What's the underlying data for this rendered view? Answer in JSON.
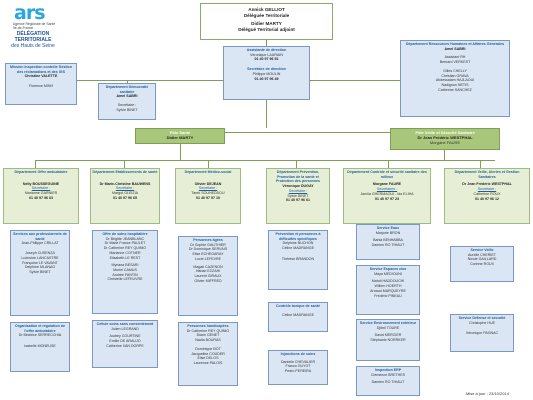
{
  "logo": {
    "mark": "ars",
    "line1": "Agence Régionale de Santé",
    "line2": "Ile-de-France"
  },
  "dt_title": {
    "line1": "DÉLÉGATION TERRITORIALE",
    "line2": "des Hauts de Seine"
  },
  "top": {
    "name1": "Annick GELLIOT",
    "role1": "Déléguée Territoriale",
    "name2": "Didier MARTY",
    "role2": "Délégué Territorial adjoint"
  },
  "assist": {
    "title1": "Assistante de direction",
    "name1": "Véronique LAURAIN",
    "tel1": "01 40 97 96 51",
    "title2": "Secrétaire de direction",
    "name2": "Philippe MOULIN",
    "tel2": "01 40 97 96 49"
  },
  "mission": {
    "title": "Mission inspection contrôle Gestion des réclamations et des IGS",
    "head": "Christine VALETTE",
    "name": "Florence MINH"
  },
  "demo": {
    "title": "Département Démocratie sanitaire",
    "head": "Amel SABRI",
    "sec_label": "Secrétaire :",
    "sec_name": "Sylvie BINET"
  },
  "rh": {
    "title": "Département Ressources Humaines et Affaires Générales",
    "head": "Amel SABRI",
    "sub": "Assistant RH",
    "sub_name": "Bernard VERKEST",
    "names": [
      "Gilles CHELLY",
      "Christian GRAVA",
      "Abdessalam HAJLAOUI",
      "Nadignon NETIS",
      "Catherine SANCHEZ"
    ]
  },
  "pole_sante": {
    "title": "Pôle Santé",
    "head": "Didier MARTY"
  },
  "pole_veille": {
    "title": "Pôle Veille et Sécurité Sanitaire",
    "head": "Dr Jean Frédéric WESTPHAL",
    "deputy": "Morgane FAURE"
  },
  "depts": [
    {
      "title": "Département Offre ambulatoire",
      "head": "Nelly BOUSSEGUINE",
      "sec_label": "Secrétaire :",
      "sec_name": "Marianne GARNIER",
      "tel": "01 40 97 96 63"
    },
    {
      "title": "Département Etablissements de santé",
      "head": "Dr Marie-Christine BAUWENS",
      "sec_label": "Secrétaire :",
      "sec_name": "Margot GLEIZIA",
      "tel": "01 40 97 96 65"
    },
    {
      "title": "Département Médico-social",
      "head": "Olivier DEJEAN",
      "sec_label": "Secrétaire :",
      "sec_name": "Tarek SOUHEDDOU",
      "tel": "01 40 97 97 10"
    },
    {
      "title": "Département Prévention, Promotion de la santé et Protection des personnes",
      "head": "Véronique DUGAY",
      "sec_label": "Secrétaire :",
      "sec_name": "Sylvie BINET",
      "tel": "01 40 97 96 61"
    },
    {
      "title": "Département Contrôle et sécurité sanitaire des milieux",
      "head": "Morgane FAURE",
      "sec_label": "Secrétaires :",
      "sec_name": "Jamila GHERMAOUI - Ida ELIHA",
      "tel": "01 40 97 97 23"
    },
    {
      "title": "Département Veille, Alertes et Gestion Sanitaires",
      "head": "Dr Jean Frédéric WESTPHAL",
      "sec_label": "Secrétaire :",
      "sec_name": "Catherine ROUX",
      "tel": "01 40 97 96 12"
    }
  ],
  "col1": [
    {
      "title": "Services aux professionnels de santé",
      "head": "Jean-Philippe CRILLAT",
      "names": [
        "Joseph CUSENZA",
        "Ludovine LANCASTRE",
        "Françoise LE VAVANT",
        "Delphine MLANAG",
        "Sylvie BINET"
      ]
    },
    {
      "title": "Organisation et régulation de l'offre ambulatoire",
      "head": "Dr Béatrice SERRECCHIA",
      "names": [
        "Isabelle MONEUSE"
      ]
    }
  ],
  "col2": [
    {
      "title": "Offre de soins hospitalière",
      "names": [
        "Dr Brigitte JEANBLANC",
        "Dr Marie France PAULET",
        "Dr Catherine REY QUINIO",
        "Marianne COTNER",
        "Elisabeth LE REST",
        "",
        "Myriana BESARI",
        "Muriel CAMUS",
        "Andrée FANTIN",
        "Christelle LEFEUVRE"
      ]
    },
    {
      "title": "Cellule soins sans consentement",
      "names": [
        "Julien LEGRAND",
        "",
        "Audrey COURTINE",
        "Emilie DE ARAUJO",
        "Catherine VAN DORPE"
      ]
    }
  ],
  "col3": [
    {
      "title": "Personnes âgées",
      "names": [
        "Dr Sophie GAUTHIER",
        "Dr Dominique SERVAIS",
        "Elise ECHEGARAY",
        "Lucie LEFEVRE",
        "",
        "Magali CAZENON",
        "Hanan EZZAHI",
        "Laurent GIRAUX",
        "Olivier MIFFRED"
      ]
    },
    {
      "title": "Personnes handicapées",
      "names": [
        "Dr Catherine REY QUINIO",
        "Diane GENET",
        "Nadia BOURAS",
        "",
        "Dominique BOT",
        "Jacqueline COUDER",
        "Elise DELOS",
        "Laurence PALOIS"
      ]
    }
  ],
  "col4": [
    {
      "title": "Prévention et personnes à difficultés spécifiques",
      "names": [
        "Delphine BUCHON",
        "Céline MADRANGE",
        "",
        "Thérèse BRANDON"
      ]
    },
    {
      "title": "Contrôle toxique de santé",
      "names": [
        "Céline MADRANGE"
      ]
    },
    {
      "title": "Injonctions de soins",
      "names": [
        "Danielle CHEVALIER",
        "Franco GUYOT",
        "Pedro PEREIRA"
      ]
    }
  ],
  "col5": [
    {
      "title": "Service Eaux",
      "head": "Marjorie BRON",
      "names": [
        "Bahia BENHABBA",
        "Damien RO THIAUT"
      ]
    },
    {
      "title": "Service Espaces clos",
      "head": "Maya MEDIOUNI",
      "names": [
        "Mahdi HADDOUCHI",
        "Willem HOERTH",
        "Arnaud MARQUEYRE",
        "Frédéric PINEAU"
      ]
    },
    {
      "title": "Service Environnement extérieur",
      "head": "Djibril TOURE",
      "names": [
        "David MERCIER",
        "Stéphanie NORRKER"
      ]
    },
    {
      "title": "Inspection ERP",
      "head": "Clémence BRETHES",
      "names": [
        "Damien RO THIAUT"
      ]
    }
  ],
  "col6": [
    {
      "title": "Service Veille",
      "names": [
        "Aurélie CHERIET",
        "Nicole GAILLARD",
        "Corinne ROUX"
      ]
    },
    {
      "title": "Service Défense et sécurité",
      "head": "Christophe HUE",
      "names": [
        "Véronique PAGNAC"
      ]
    }
  ],
  "footer": "Mise à jour : 23/10/2014"
}
